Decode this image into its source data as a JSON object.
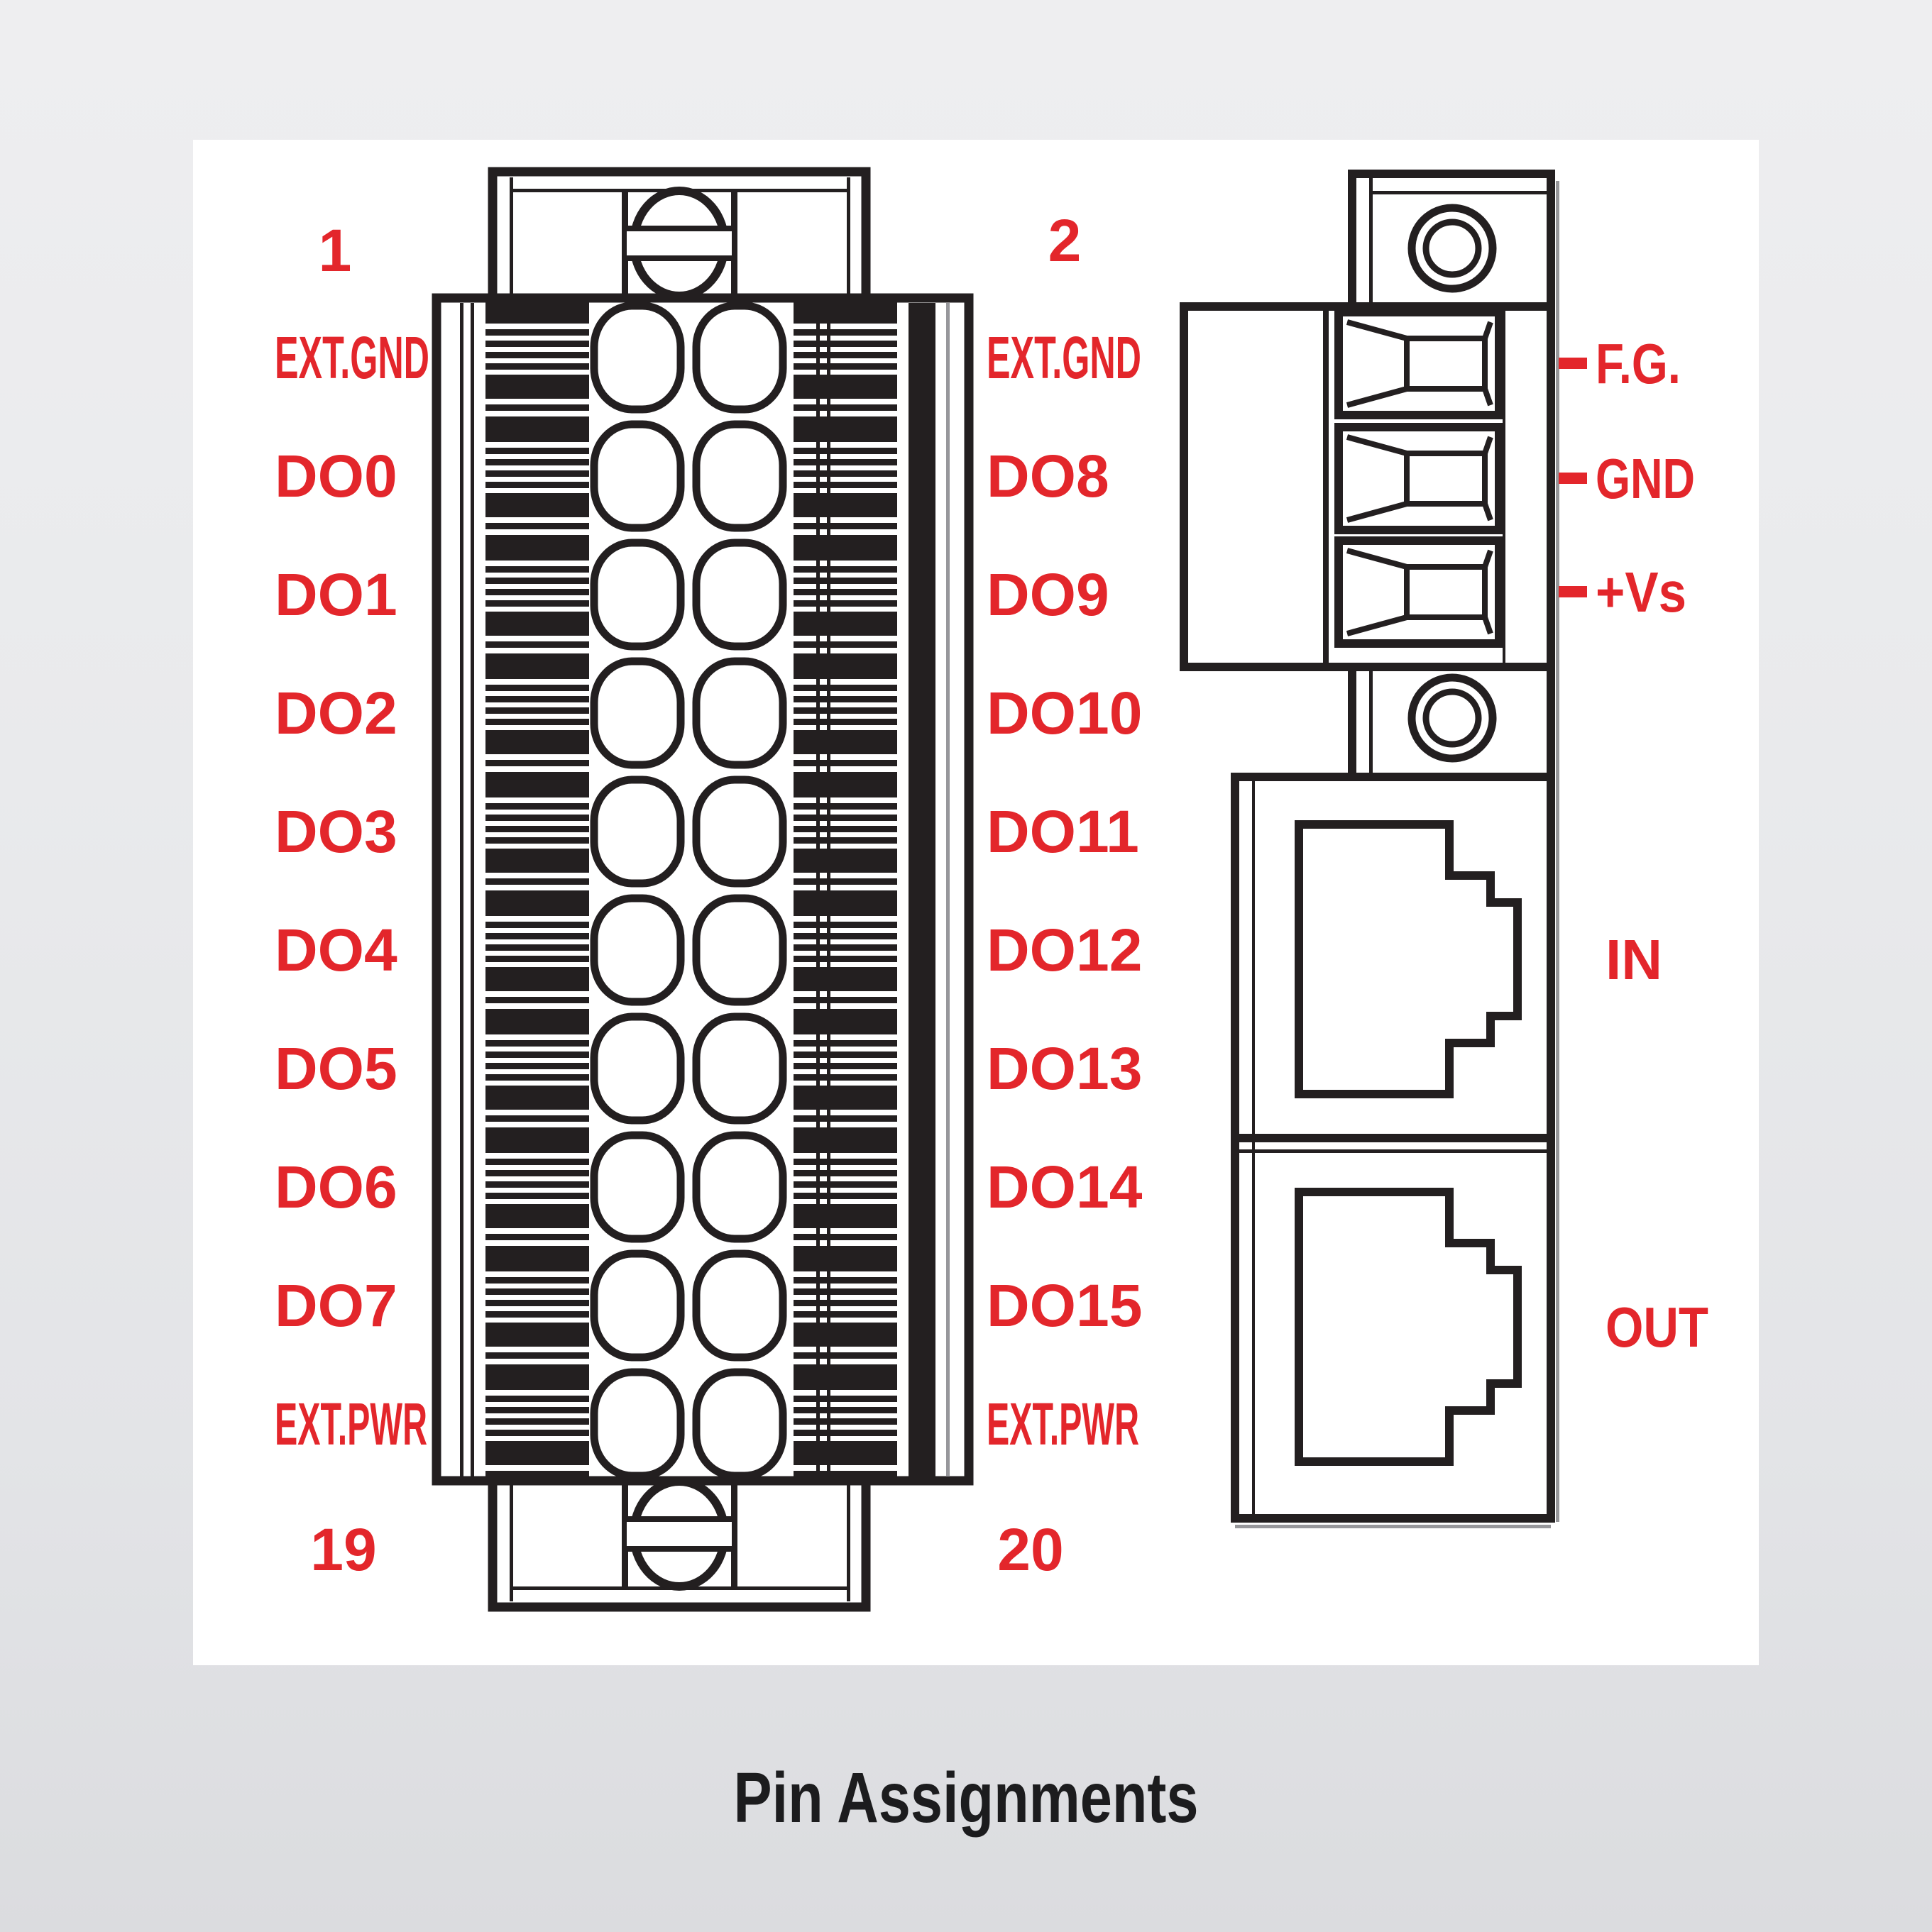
{
  "title": "Pin Assignments",
  "colors": {
    "red": "#e3262b",
    "black": "#231f20",
    "gray_line": "#97979b",
    "panel": "#ffffff"
  },
  "terminal_connector": {
    "pin_numbers": {
      "top_left": "1",
      "top_right": "2",
      "bottom_left": "19",
      "bottom_right": "20"
    },
    "left_pins": [
      "EXT.GND",
      "DO0",
      "DO1",
      "DO2",
      "DO3",
      "DO4",
      "DO5",
      "DO6",
      "DO7",
      "EXT.PWR"
    ],
    "right_pins": [
      "EXT.GND",
      "DO8",
      "DO9",
      "DO10",
      "DO11",
      "DO12",
      "DO13",
      "DO14",
      "DO15",
      "EXT.PWR"
    ]
  },
  "power_connector": {
    "labels": [
      "F.G.",
      "GND",
      "+Vs"
    ]
  },
  "ethernet_ports": {
    "labels": [
      "IN",
      "OUT"
    ]
  }
}
